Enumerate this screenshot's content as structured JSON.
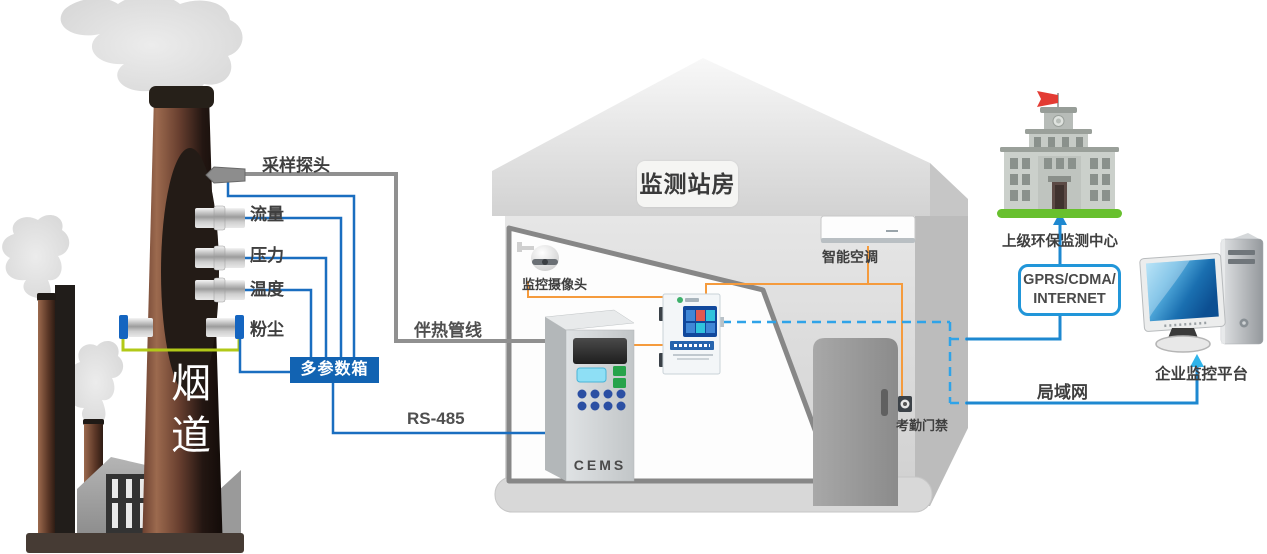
{
  "colors": {
    "sensor_line_blue": "#1a6ec0",
    "network_dashed_blue": "#2fa3e8",
    "signal_orange": "#f59b3d",
    "heat_line_gray": "#909090",
    "dust_loop_green": "#b2c918",
    "param_box_blue": "#1263b2",
    "gprs_border_blue": "#2196d9",
    "label_text": "#3f3f3f"
  },
  "flue": {
    "label": "烟道",
    "probe_label": "采样探头",
    "flow_label": "流量",
    "pressure_label": "压力",
    "temperature_label": "温度",
    "dust_label": "粉尘",
    "multi_param_box_label": "多参数箱"
  },
  "links": {
    "heat_traced_label": "伴热管线",
    "rs485_label": "RS-485",
    "lan_label": "局域网",
    "gprs_line1": "GPRS/CDMA/",
    "gprs_line2": "INTERNET"
  },
  "station": {
    "name": "监测站房",
    "camera_label": "监控摄像头",
    "ac_label": "智能空调",
    "access_label": "考勤门禁",
    "cems_label": "CEMS"
  },
  "remote": {
    "epa_center_label": "上级环保监测中心",
    "enterprise_platform_label": "企业监控平台"
  }
}
